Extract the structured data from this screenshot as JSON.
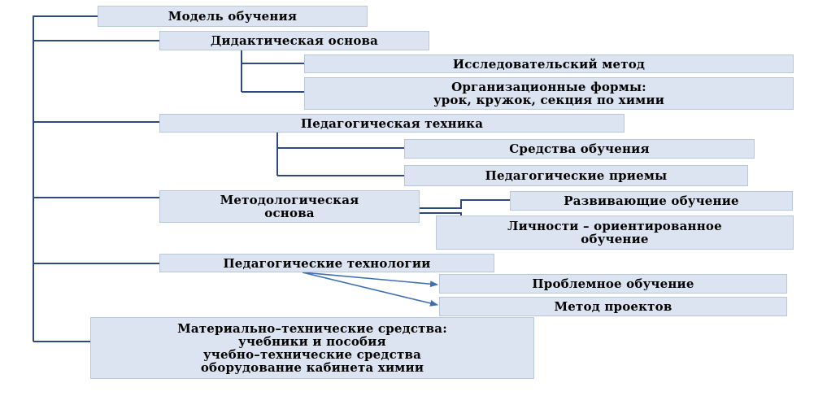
{
  "diagram": {
    "root": "Модель обучения",
    "didactic": {
      "title": "Дидактическая основа",
      "items": [
        "Исследовательский метод"
      ],
      "forms": {
        "line1": "Организационные формы:",
        "line2": "урок, кружок, секция по химии"
      }
    },
    "technique": {
      "title": "Педагогическая техника",
      "items": [
        "Средства обучения",
        "Педагогические приемы"
      ]
    },
    "methodological": {
      "title_line1": "Методологическая",
      "title_line2": "основа",
      "item1": "Развивающие обучение",
      "item2_line1": "Личности – ориентированное",
      "item2_line2": "обучение"
    },
    "technologies": {
      "title": "Педагогические технологии",
      "items": [
        "Проблемное обучение",
        "Метод проектов"
      ]
    },
    "material": {
      "lines": [
        "Материально–технические средства:",
        "учебники и пособия",
        "учебно–технические средства",
        "оборудование кабинета химии"
      ]
    }
  },
  "colors": {
    "box_fill": "#dbe4f0",
    "box_border": "#b8c7da",
    "connector": "#2e4a7d",
    "arrow": "#3f6fb0"
  }
}
